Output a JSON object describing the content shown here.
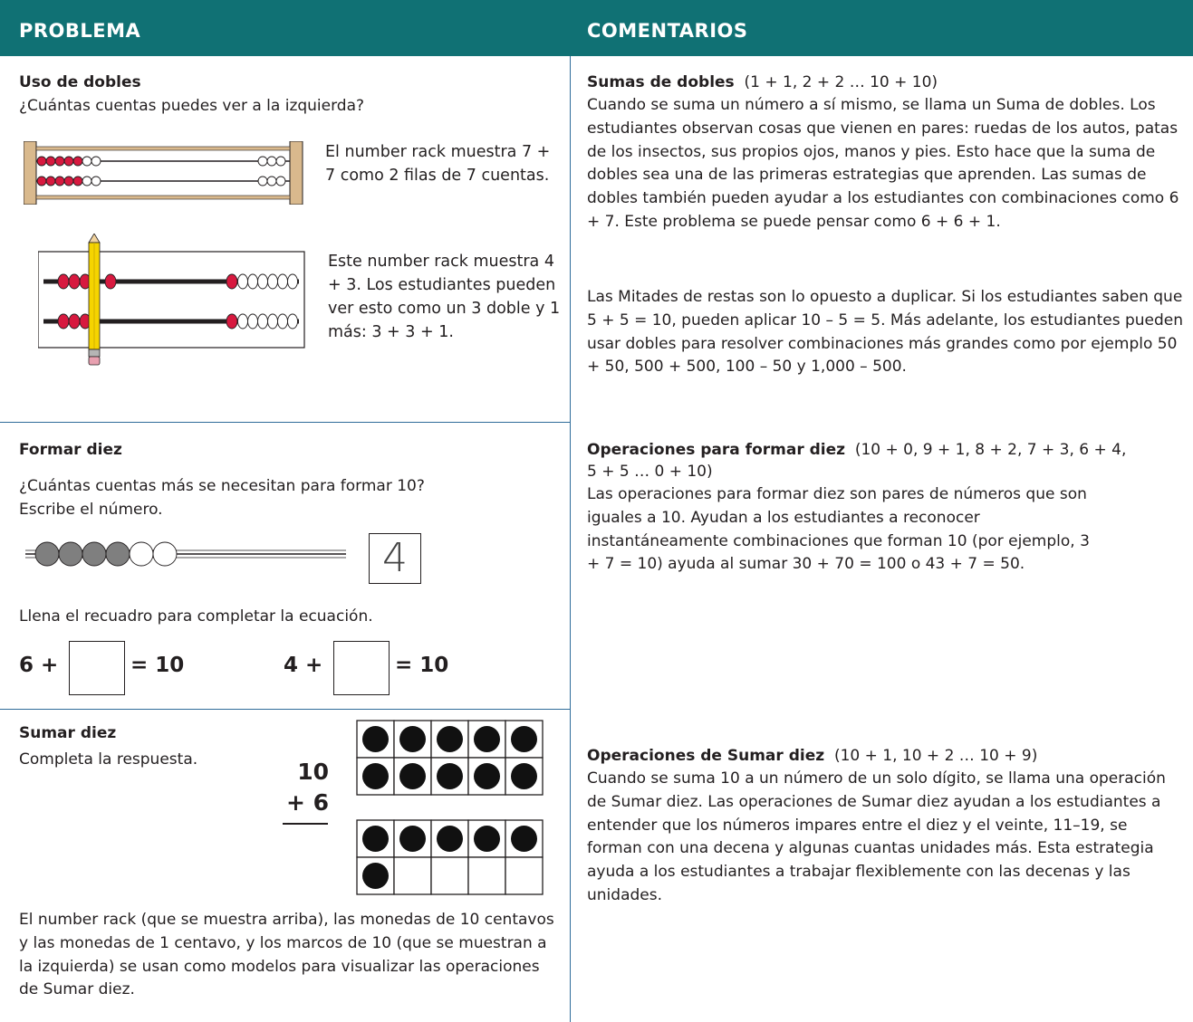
{
  "header": {
    "left_title": "PROBLEMA",
    "right_title": "COMENTARIOS"
  },
  "section1": {
    "title": "Uso de dobles",
    "question": "¿Cuántas cuentas puedes ver a la izquierda?",
    "rack1_text": "El number rack muestra 7 + 7 como 2 filas de 7 cuentas.",
    "rack2_text": "Este number rack muestra 4 + 3. Los estudiantes pueden ver esto como un 3 doble y 1 más: 3 + 3 + 1.",
    "comment_title": "Sumas de dobles",
    "comment_facts": "(1 + 1, 2 + 2 … 10 + 10)",
    "comment_p1": "Cuando se suma un número a sí mismo, se llama un Suma de dobles. Los estudiantes observan cosas que vienen en pares: ruedas de los autos, patas de los insectos, sus propios ojos, manos y pies. Esto hace que la suma de dobles sea una de las primeras estrategias que aprenden. Las sumas de dobles también pueden ayudar a los estudiantes con combinaciones como 6 + 7. Este problema se puede pensar como 6 + 6 + 1.",
    "comment_p2": "Las Mitades de restas son lo opuesto a duplicar. Si los estudiantes saben que 5 + 5 = 10, pueden aplicar 10 – 5 = 5. Más adelante, los estudiantes pueden usar dobles para resolver combinaciones más grandes como por ejemplo 50 + 50, 500 + 500, 100 – 50 y 1,000 – 500."
  },
  "section2": {
    "title": "Formar diez",
    "question_line1": "¿Cuántas cuentas más se necesitan para formar 10?",
    "question_line2": "Escribe el número.",
    "answer": "4",
    "instruction": "Llena el recuadro para completar la ecuación.",
    "eq1_left": "6 +",
    "eq1_right": "= 10",
    "eq2_left": "4 +",
    "eq2_right": "= 10",
    "comment_title": "Operaciones para formar diez",
    "comment_facts": "(10 + 0, 9 + 1, 8 + 2, 7 + 3, 6 + 4,",
    "comment_facts2": "5 + 5 … 0 + 10)",
    "comment_p1": "Las operaciones para formar diez son pares de números que son iguales a 10. Ayudan a los estudiantes a reconocer instantáneamente combinaciones que forman 10 (por ejemplo, 3 + 7 = 10) ayuda al sumar 30 + 70 = 100 o 43 + 7 = 50."
  },
  "section3": {
    "title": "Sumar diez",
    "instruction": "Completa la respuesta.",
    "addend1": "10",
    "addend2": "+ 6",
    "bottom_text": "El number rack (que se muestra arriba), las monedas de 10 centavos y las monedas de 1 centavo, y los marcos de 10 (que se muestran a la izquierda) se usan como modelos para visualizar las operaciones de Sumar diez.",
    "comment_title": "Operaciones de Sumar diez",
    "comment_facts": "(10 + 1, 10 + 2 … 10 + 9)",
    "comment_p1": "Cuando se suma 10 a un número de un solo dígito, se llama una operación de Sumar diez. Las operaciones de Sumar diez ayudan a los estudiantes a entender que los números impares entre el diez y el veinte, 11–19, se forman con una decena y algunas cuantas unidades más. Esta estrategia ayuda a los estudiantes a trabajar flexiblemente con las decenas y las unidades."
  },
  "colors": {
    "header": "#107174",
    "rule": "#2f6c9a",
    "bead_red": "#d7193f",
    "wood": "#d9b98d"
  }
}
